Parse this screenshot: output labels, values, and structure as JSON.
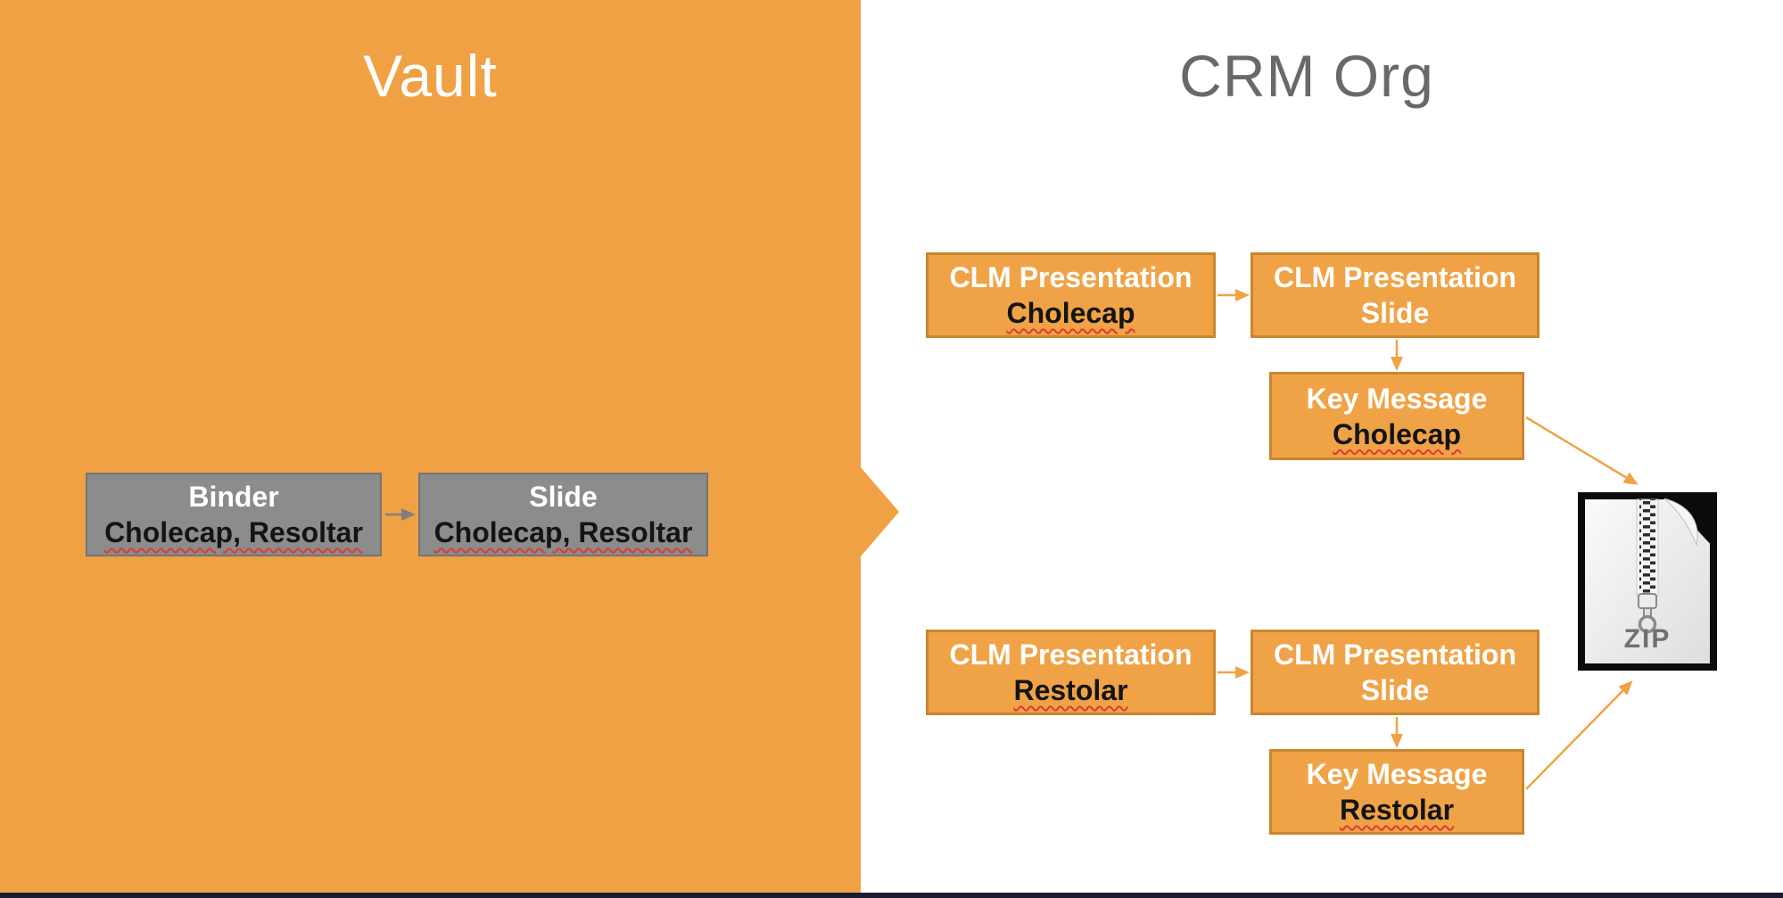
{
  "vault_panel": {
    "title": "Vault"
  },
  "crm_panel": {
    "title": "CRM Org"
  },
  "vault_flow": {
    "binder": {
      "title": "Binder",
      "subtitle": "Cholecap, Resoltar"
    },
    "slide": {
      "title": "Slide",
      "subtitle": "Cholecap, Resoltar"
    }
  },
  "crm_flow": {
    "cholecap": {
      "presentation": {
        "title": "CLM Presentation",
        "subtitle": "Cholecap"
      },
      "slide": {
        "title": "CLM Presentation",
        "subtitle": "Slide"
      },
      "key_message": {
        "title": "Key Message",
        "subtitle": "Cholecap"
      }
    },
    "restolar": {
      "presentation": {
        "title": "CLM Presentation",
        "subtitle": "Restolar"
      },
      "slide": {
        "title": "CLM Presentation",
        "subtitle": "Slide"
      },
      "key_message": {
        "title": "Key Message",
        "subtitle": "Restolar"
      }
    }
  },
  "zip": {
    "label": "ZIP"
  },
  "colors": {
    "panel_orange": "#F0A144",
    "node_orange_fill": "#F0A346",
    "node_orange_border": "#C8862F",
    "node_gray_fill": "#8C8C8C",
    "node_gray_border": "#747474",
    "title_gray": "#696969",
    "spellcheck_red": "#E03A2F",
    "bottom_bar_dark": "#1B1B33"
  }
}
